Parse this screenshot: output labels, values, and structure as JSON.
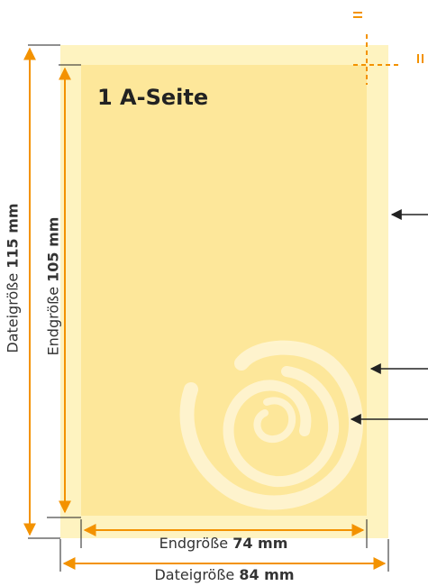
{
  "title": "1 A-Seite",
  "dimensions": {
    "endgroesse_width": {
      "prefix": "Endgröße ",
      "value": "74 mm"
    },
    "dateigroesse_width": {
      "prefix": "Dateigröße ",
      "value": "84 mm"
    },
    "endgroesse_height": {
      "prefix": "Endgröße ",
      "value": "105 mm"
    },
    "dateigroesse_height": {
      "prefix": "Dateigröße ",
      "value": "115 mm"
    }
  },
  "colors": {
    "bleed": "#fef3c0",
    "trim": "#fde79a",
    "safe": "#fde690",
    "arrow": "#f39200",
    "spiral": "#fff6d6",
    "callout": "#222222",
    "edge": "#ffffff"
  },
  "icons": [
    "spiral-logo-icon",
    "crop-mark-icon",
    "callout-arrow-icon"
  ]
}
